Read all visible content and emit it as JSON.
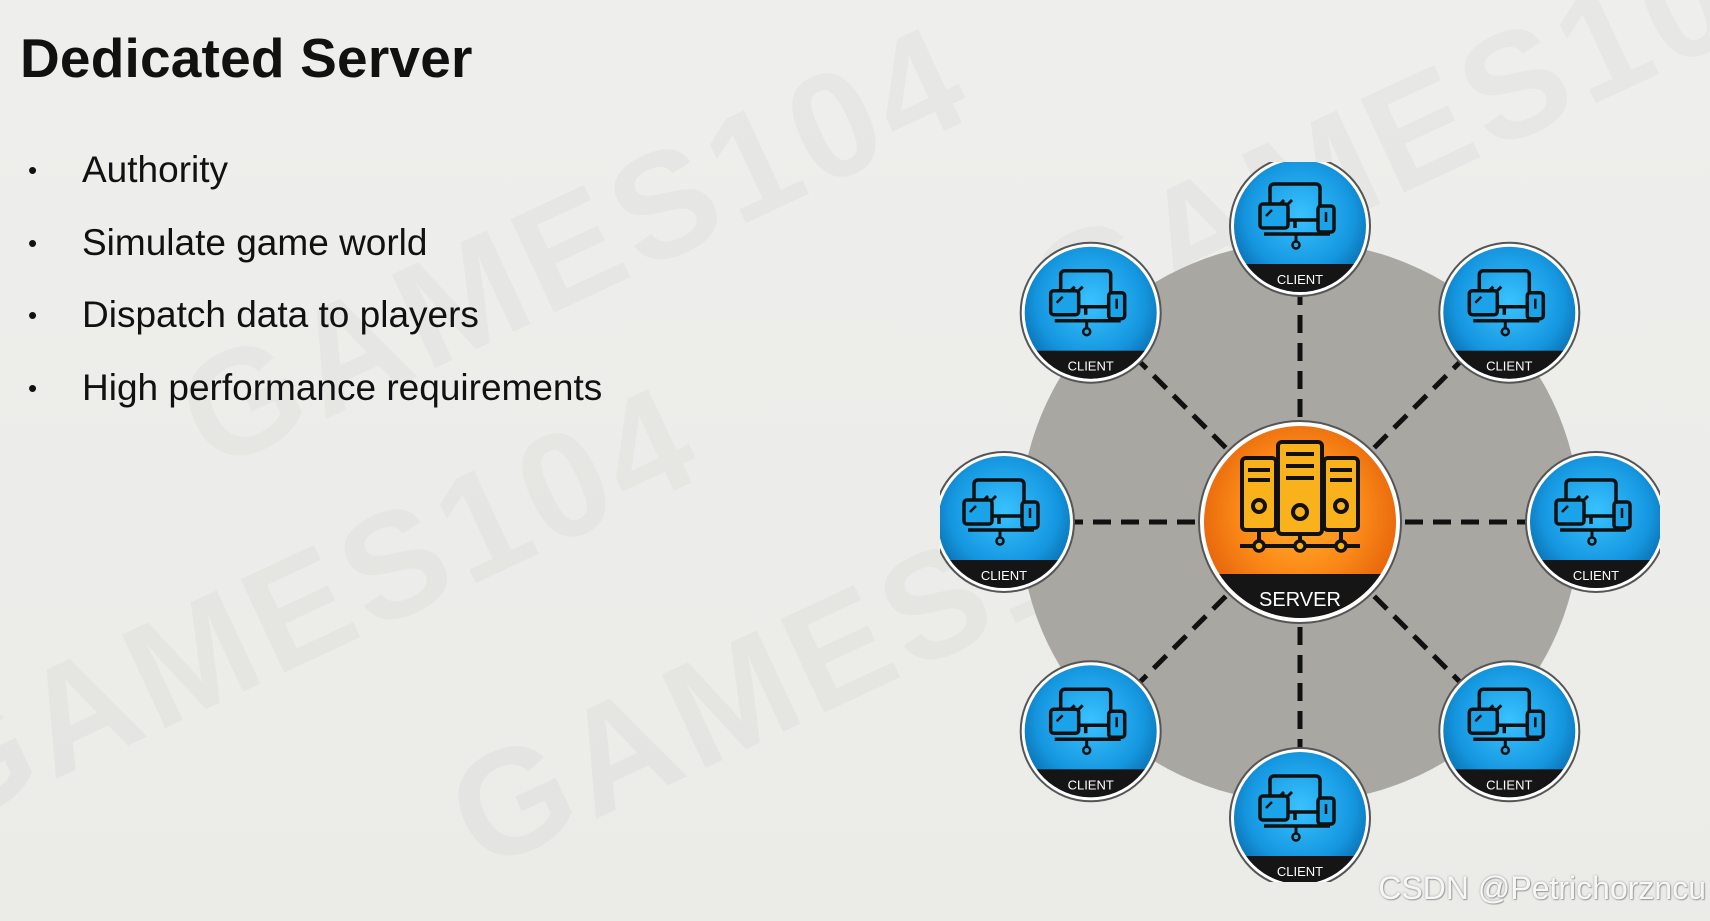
{
  "slide": {
    "title": "Dedicated Server",
    "bullets": [
      "Authority",
      "Simulate game world",
      "Dispatch data to players",
      "High performance requirements"
    ]
  },
  "diagram": {
    "server_label": "SERVER",
    "client_label": "CLIENT",
    "server_color": "#f47a14",
    "client_color": "#1aa3e8",
    "hub_color": "#a8a7a2",
    "clients": [
      {
        "id": "top"
      },
      {
        "id": "top-right"
      },
      {
        "id": "right"
      },
      {
        "id": "bottom-right"
      },
      {
        "id": "bottom"
      },
      {
        "id": "bottom-left"
      },
      {
        "id": "left"
      },
      {
        "id": "top-left"
      }
    ]
  },
  "watermark": {
    "text": "GAMES104"
  },
  "credit": "CSDN @Petrichorzncu"
}
